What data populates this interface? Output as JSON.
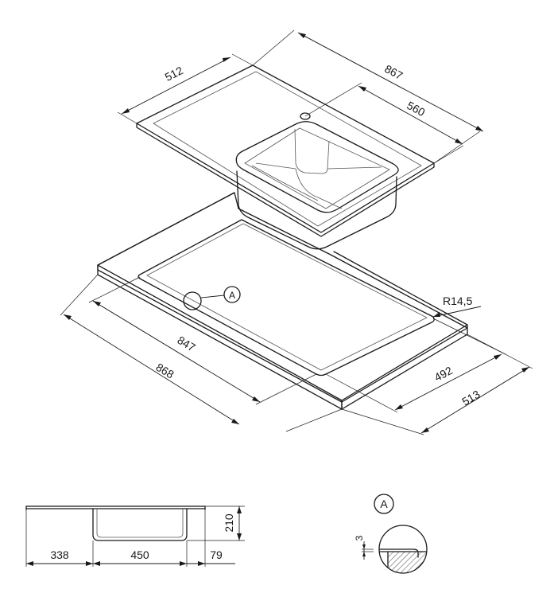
{
  "dimensions": {
    "top_width": "512",
    "top_length": "867",
    "bowl_offset": "560",
    "cutout_length": "847",
    "total_length": "868",
    "cutout_width": "492",
    "total_width": "513",
    "corner_radius": "R14,5",
    "detail_ref": "A",
    "left_span": "338",
    "bowl_span": "450",
    "right_span": "79",
    "depth": "210",
    "detail_ref_2": "A",
    "detail_thickness": "3"
  },
  "colors": {
    "line": "#1a1a1a",
    "background": "#ffffff"
  }
}
